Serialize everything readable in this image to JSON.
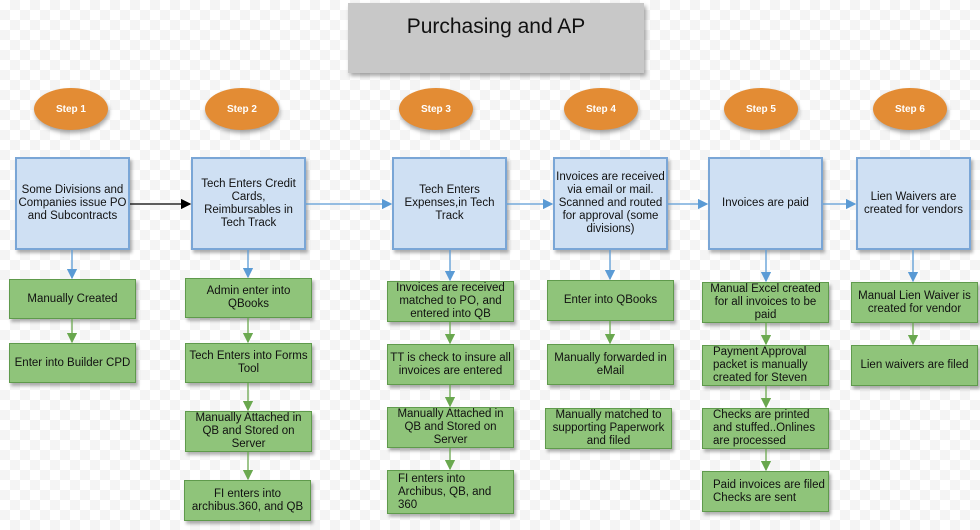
{
  "title": "Purchasing and AP",
  "steps": [
    {
      "label": "Step 1",
      "main": "Some Divisions and Companies issue PO and Subcontracts",
      "tasks": [
        "Manually Created",
        "Enter into Builder CPD"
      ]
    },
    {
      "label": "Step 2",
      "main": "Tech Enters Credit Cards, Reimbursables in Tech Track",
      "tasks": [
        "Admin enter into QBooks",
        "Tech Enters into Forms Tool",
        "Manually Attached in QB and Stored on Server",
        "FI enters into archibus.360, and QB"
      ]
    },
    {
      "label": "Step 3",
      "main": "Tech Enters Expenses,in Tech Track",
      "tasks": [
        "Invoices are received matched to PO, and entered into QB",
        "TT is check to insure all invoices are entered",
        "Manually Attached in QB and Stored on Server",
        "FI enters into Archibus, QB, and 360"
      ]
    },
    {
      "label": "Step 4",
      "main": "Invoices are received via email or mail.  Scanned and routed for approval (some divisions)",
      "tasks": [
        "Enter into QBooks",
        "Manually forwarded in eMail",
        "Manually matched to supporting Paperwork  and filed"
      ]
    },
    {
      "label": "Step 5",
      "main": "Invoices are paid",
      "tasks": [
        "Manual Excel created for all invoices to be paid",
        "Payment Approval packet is manually created for Steven",
        "Checks are printed and stuffed..Onlines are processed",
        "Paid invoices are filed Checks are sent"
      ]
    },
    {
      "label": "Step 6",
      "main": "Lien Waivers are created for vendors",
      "tasks": [
        "Manual Lien Waiver is created for vendor",
        "Lien waivers are filed"
      ]
    }
  ],
  "colors": {
    "step_oval": "#e38c34",
    "main_box": "#cfe0f3",
    "main_border": "#7aa6d6",
    "task_box": "#8fc47a",
    "task_border": "#5f9a4c",
    "blue_arrow": "#5b9bd5",
    "green_arrow": "#6aa84f",
    "black_arrow": "#000000"
  }
}
